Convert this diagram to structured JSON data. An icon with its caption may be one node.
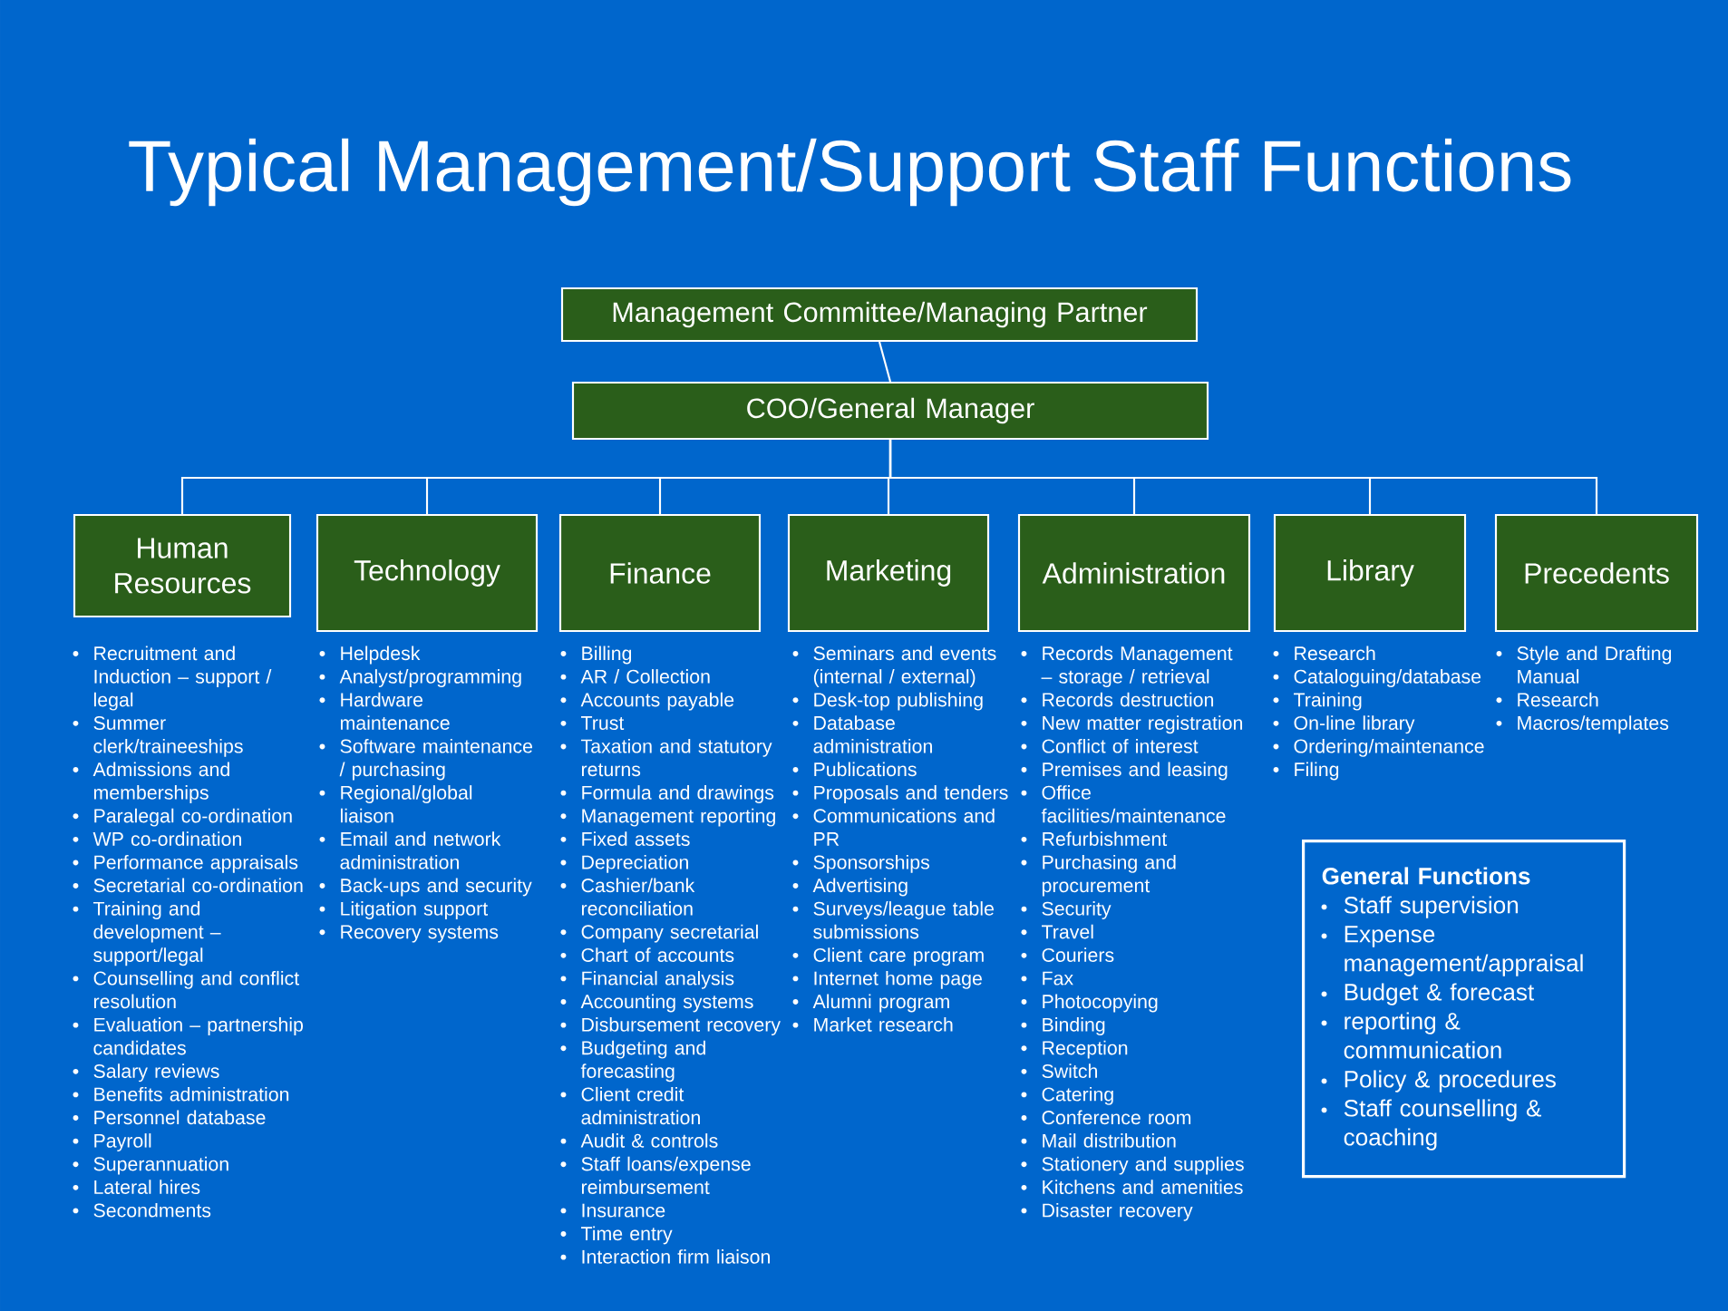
{
  "diagram": {
    "title": "Typical Management/Support Staff Functions",
    "nodes": [
      {
        "text": [
          "Management Committee/Managing Partner"
        ]
      },
      {
        "text": [
          "COO/General Manager"
        ]
      },
      {
        "text": [
          "Human Resources"
        ],
        "beside": [
          "Recruitment and Induction – support / legal",
          "Summer clerk/traineeships",
          "Admissions and memberships",
          "Paralegal co-ordination",
          "WP co-ordination",
          "Performance appraisals",
          "Secretarial co-ordination",
          "Training and development – support/legal",
          "Counselling and conflict resolution",
          "Evaluation – partnership candidates",
          "Salary reviews",
          "Benefits administration",
          "Personnel database",
          "Payroll",
          "Superannuation",
          "Lateral hires",
          "Secondments"
        ]
      },
      {
        "text": [
          "Technology"
        ],
        "beside": [
          "Helpdesk",
          "Analyst/programming",
          "Hardware maintenance",
          "Software maintenance / purchasing",
          "Regional/global liaison",
          "Email and network administration",
          "Back-ups and security",
          "Litigation support",
          "Recovery systems"
        ]
      },
      {
        "text": [
          "Finance"
        ],
        "beside": [
          "Billing",
          "AR / Collection",
          "Accounts payable",
          "Trust",
          "Taxation and statutory returns",
          "Formula and drawings",
          "Management reporting",
          "Fixed assets",
          "Depreciation",
          "Cashier/bank reconciliation",
          "Company secretarial",
          "Chart of accounts",
          "Financial analysis",
          "Accounting systems",
          "Disbursement recovery",
          "Budgeting and forecasting",
          "Client credit administration",
          "Audit & controls",
          "Staff loans/expense reimbursement",
          "Insurance",
          "Time entry",
          "Interaction firm liaison"
        ]
      },
      {
        "text": [
          "Marketing"
        ],
        "beside": [
          "Seminars and events (internal / external)",
          "Desk-top publishing",
          "Database administration",
          "Publications",
          "Proposals and tenders",
          "Communications and PR",
          "Sponsorships",
          "Advertising",
          "Surveys/league table submissions",
          "Client care program",
          "Internet home page",
          "Alumni program",
          "Market research"
        ]
      },
      {
        "text": [
          "Administration"
        ],
        "beside": [
          "Records Management – storage / retrieval",
          "Records destruction",
          "New matter registration",
          "Conflict of interest",
          "Premises and leasing",
          "Office facilities/maintenance",
          "Refurbishment",
          "Purchasing and procurement",
          "Security",
          "Travel",
          "Couriers",
          "Fax",
          "Photocopying",
          "Binding",
          "Reception",
          "Switch",
          "Catering",
          "Conference room",
          "Mail distribution",
          "Stationery and supplies",
          "Kitchens and amenities",
          "Disaster recovery"
        ]
      },
      {
        "text": [
          "Library"
        ],
        "beside": [
          "Research",
          "Cataloguing/database",
          "Training",
          "On-line library",
          "Ordering/maintenance",
          "Filing"
        ]
      },
      {
        "text": [
          "Precedents"
        ],
        "beside": [
          "Style and Drafting Manual",
          "Research",
          "Macros/templates"
        ]
      },
      {
        "text": [
          "General Functions",
          "Staff supervision",
          "Expense management/appraisal",
          "Budget & forecast",
          "reporting & communication",
          "Policy & procedures",
          "Staff counselling & coaching"
        ]
      }
    ],
    "edges": [
      {
        "from": 0,
        "to": 1,
        "arrow": "none"
      },
      {
        "from": 1,
        "to": 2,
        "arrow": "none"
      },
      {
        "from": 1,
        "to": 3,
        "arrow": "none"
      },
      {
        "from": 1,
        "to": 4,
        "arrow": "none"
      },
      {
        "from": 1,
        "to": 5,
        "arrow": "none"
      },
      {
        "from": 1,
        "to": 6,
        "arrow": "none"
      },
      {
        "from": 1,
        "to": 7,
        "arrow": "none"
      },
      {
        "from": 1,
        "to": 8,
        "arrow": "none"
      }
    ]
  }
}
